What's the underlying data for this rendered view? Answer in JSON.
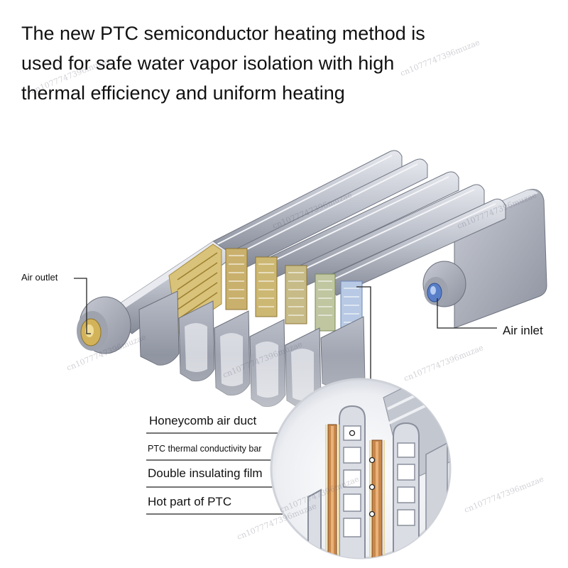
{
  "headline": {
    "line1": "The new PTC semiconductor heating method is",
    "line2": "used for safe water vapor isolation with high",
    "line3": "thermal efficiency and uniform heating"
  },
  "labels": {
    "air_outlet": "Air outlet",
    "air_inlet": "Air inlet",
    "honeycomb": "Honeycomb air duct",
    "ptc_bar": "PTC thermal conductivity bar",
    "insulating_film": "Double insulating film",
    "hot_part": "Hot part of PTC"
  },
  "watermark": "cn1077747396muzae",
  "colors": {
    "metal_light": "#d3d6de",
    "metal_mid": "#aeb3bf",
    "metal_dark": "#7d8290",
    "ptc_gold": "#c8a648",
    "ptc_copper": "#c98a4a",
    "inlet_blue": "#5a7fc9"
  }
}
